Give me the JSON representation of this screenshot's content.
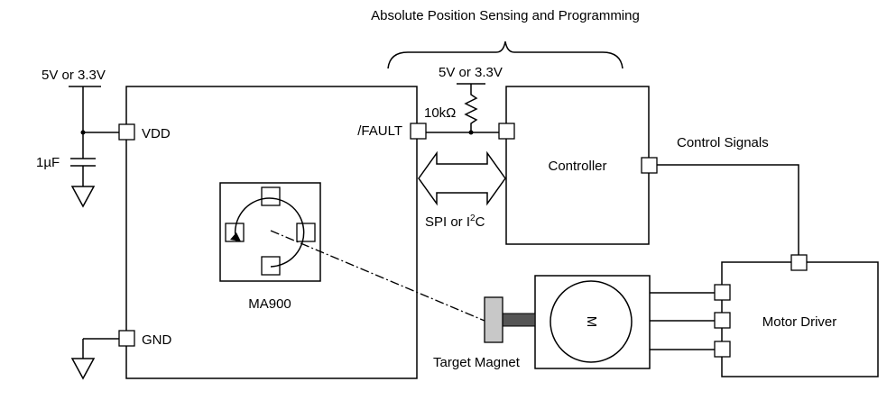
{
  "diagram": {
    "title": "Absolute Position Sensing and Programming",
    "supply_left": "5V or 3.3V",
    "supply_right": "5V or 3.3V",
    "capacitor": "1µF",
    "resistor": "10kΩ",
    "pins": {
      "vdd": "VDD",
      "gnd": "GND",
      "fault": "/FAULT"
    },
    "chip": "MA900",
    "controller": "Controller",
    "bus_prefix": "SPI or I",
    "bus_sup": "2",
    "bus_suffix": "C",
    "control_signals": "Control Signals",
    "motor_symbol": "M",
    "motor_driver": "Motor Driver",
    "target_magnet": "Target Magnet"
  }
}
